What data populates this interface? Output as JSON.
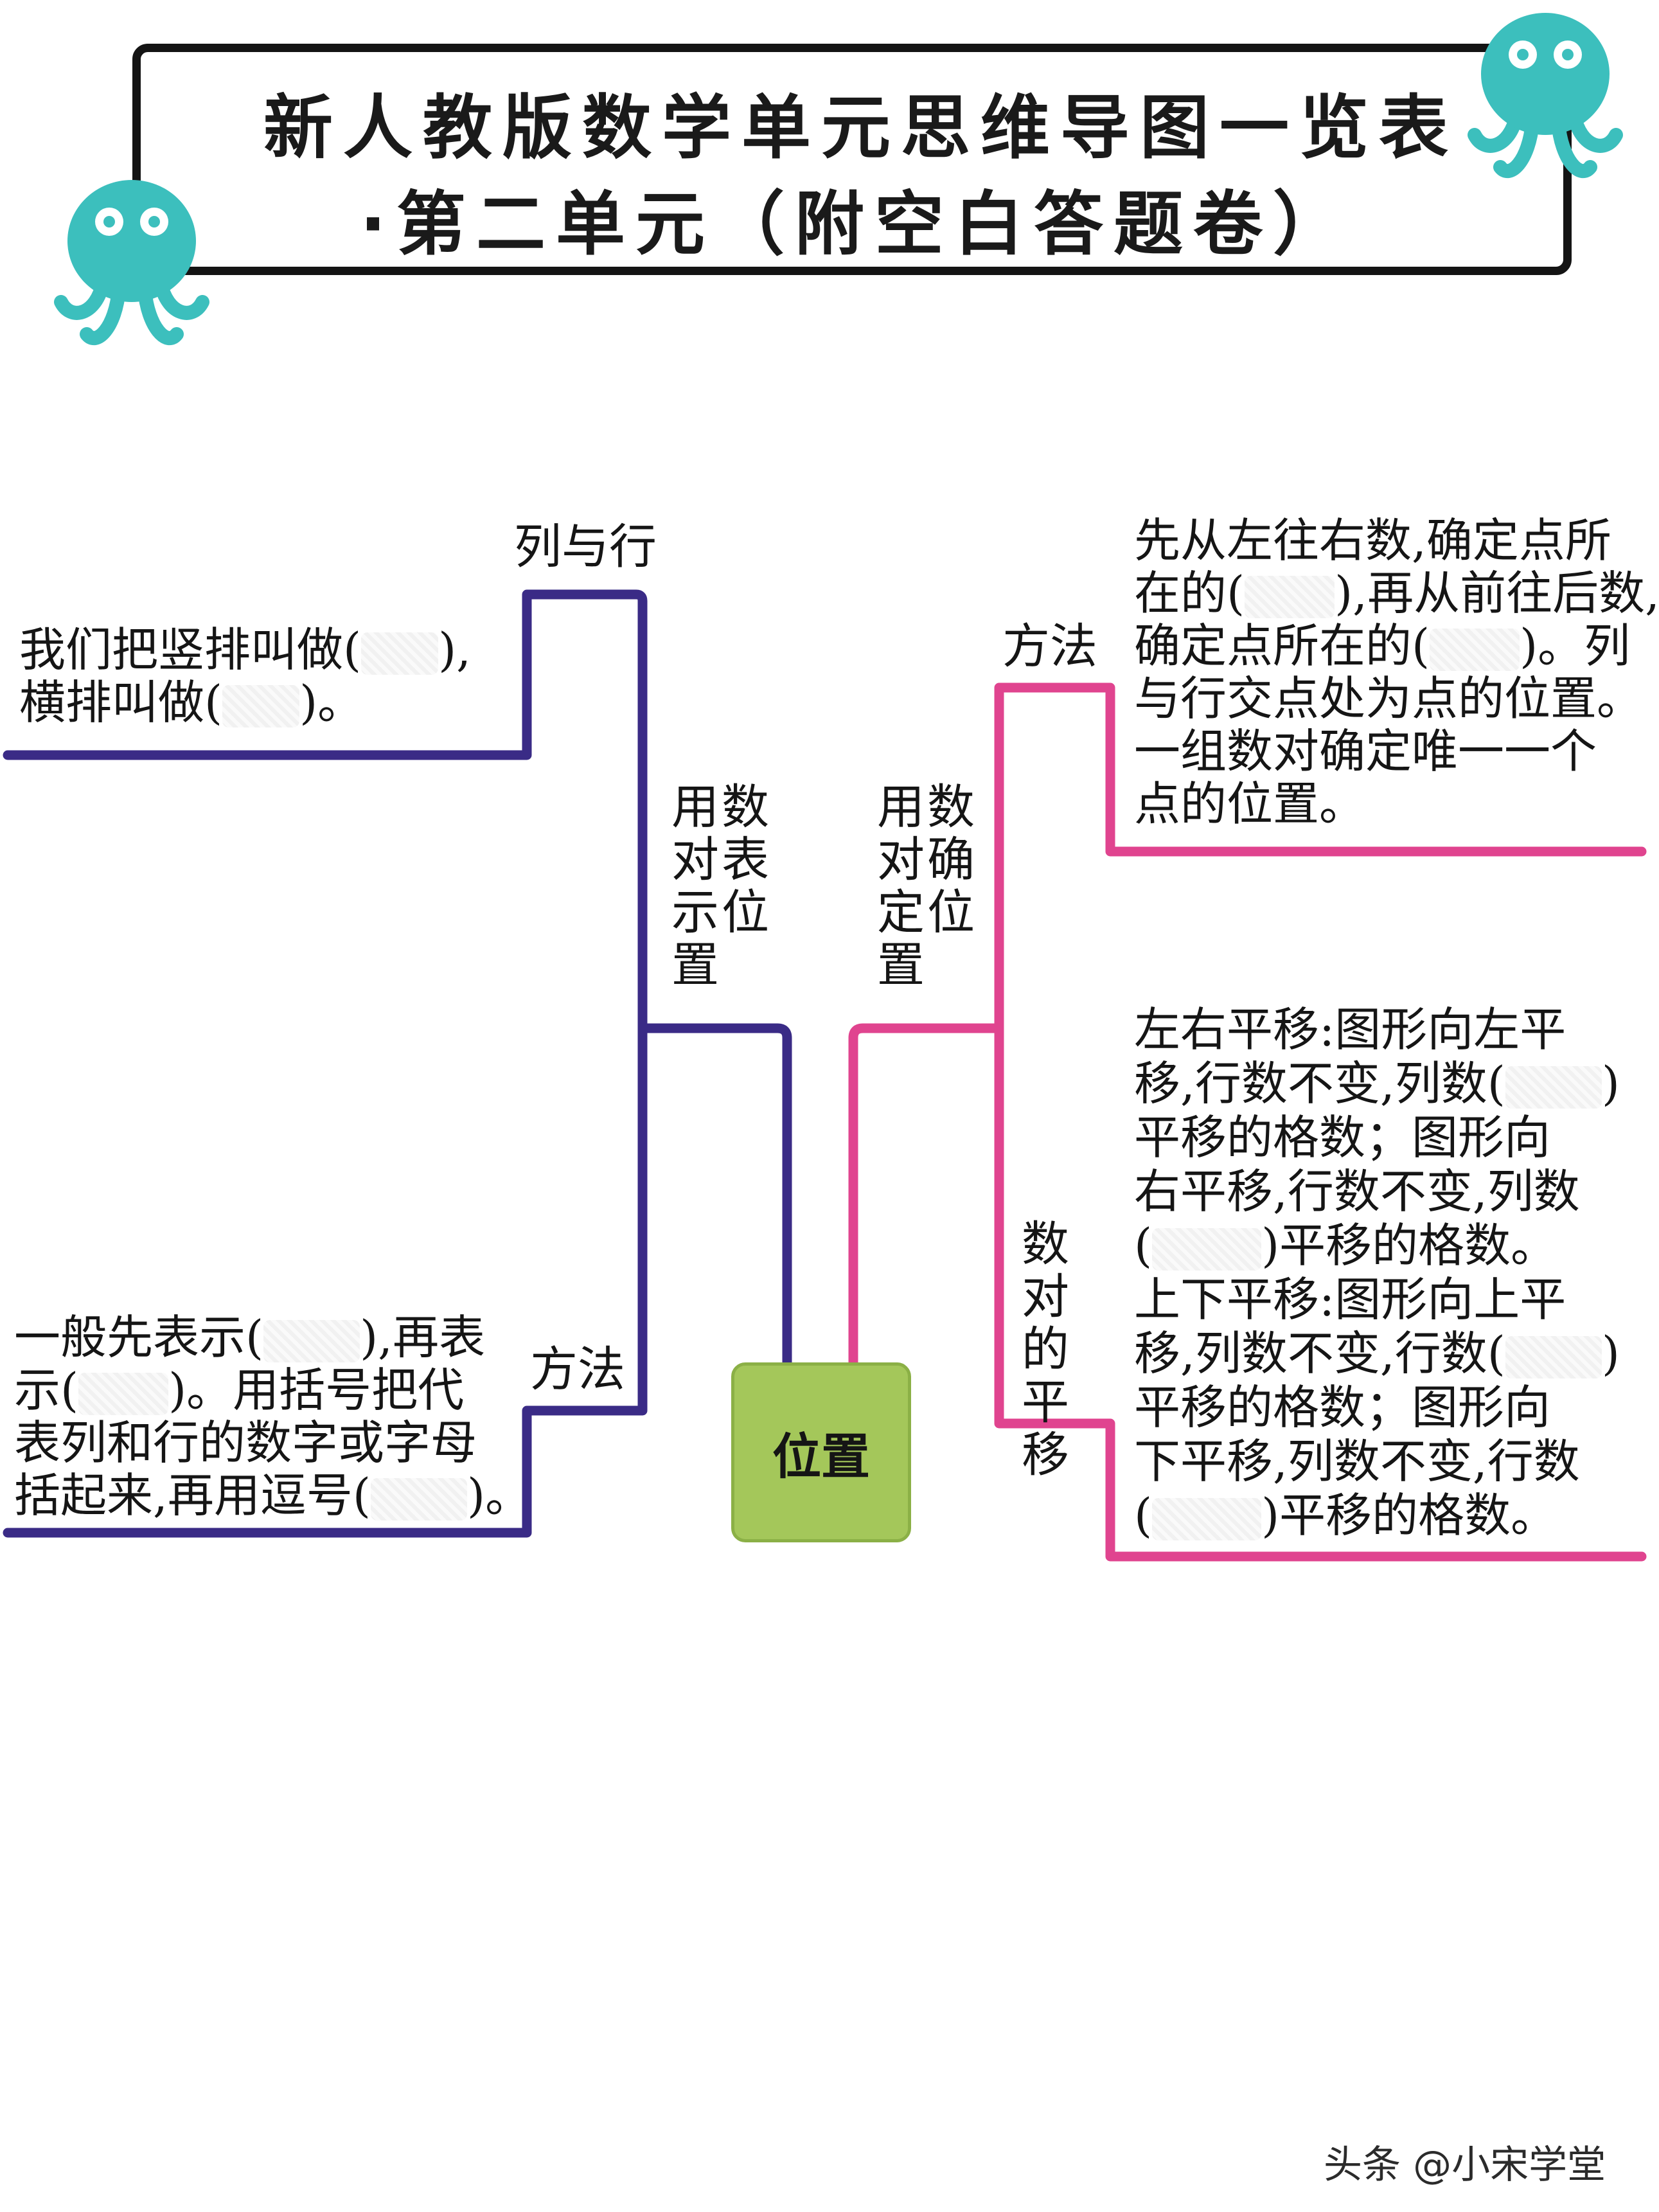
{
  "title": {
    "line1": "新人教版数学单元思维导图一览表",
    "line2": "·第二单元（附空白答题卷）"
  },
  "mindmap": {
    "center": "位置",
    "left_branch": {
      "label": "用数对表示位置",
      "column_row": {
        "label": "列与行",
        "text": [
          "我们把竖排叫做(",
          "),",
          "横排叫做(",
          ")。"
        ]
      },
      "method": {
        "label": "方法",
        "text": [
          "一般先表示(",
          "),再表",
          "示(",
          ")。用括号把代",
          "表列和行的数字或字母",
          "括起来,再用逗号(",
          ")。"
        ]
      }
    },
    "right_branch": {
      "label": "用数对确定位置",
      "method": {
        "label": "方法",
        "text": [
          "先从左往右数,确定点所",
          "在的(",
          "),再从前往后数,",
          "确定点所在的(",
          ")。列",
          "与行交点处为点的位置。",
          "一组数对确定唯一一个",
          "点的位置。"
        ]
      },
      "translation": {
        "label": "数对的平移",
        "text": [
          "左右平移:图形向左平",
          "移,行数不变,列数(",
          ")",
          "平移的格数；图形向",
          "右平移,行数不变,列数",
          "(",
          ")平移的格数。",
          "上下平移:图形向上平",
          "移,列数不变,行数(",
          ")",
          "平移的格数；图形向",
          "下平移,列数不变,行数",
          "(",
          ")平移的格数。"
        ]
      }
    }
  },
  "watermark": "头条 @小宋学堂",
  "colors": {
    "left_branch": "#3a2b86",
    "right_branch": "#e0448f",
    "center_fill": "#a4c75a",
    "octopus": "#3cbfbd"
  }
}
